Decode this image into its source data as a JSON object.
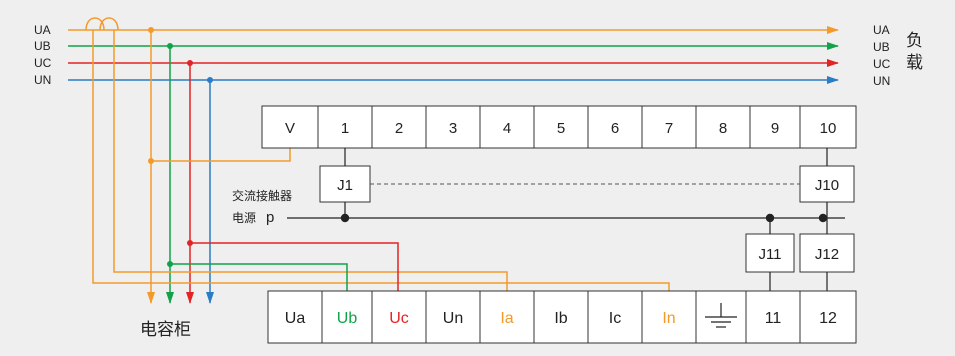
{
  "colors": {
    "UA": "#f39a2b",
    "UB": "#12a24a",
    "UC": "#e42324",
    "UN": "#2a7cc4",
    "wire": "#222222",
    "box_border": "#333333",
    "background": "#efefef"
  },
  "lines_left": [
    "UA",
    "UB",
    "UC",
    "UN"
  ],
  "lines_right": [
    "UA",
    "UB",
    "UC",
    "UN"
  ],
  "load_label": "负载",
  "capacitor_label": "电容柜",
  "contactor_label_line1": "交流接触器",
  "contactor_label_line2": "电源",
  "power_symbol": "p",
  "top_terminals": [
    "V",
    "1",
    "2",
    "3",
    "4",
    "5",
    "6",
    "7",
    "8",
    "9",
    "10"
  ],
  "relays": [
    "J1",
    "J10",
    "J11",
    "J12"
  ],
  "bottom_terminals": [
    {
      "label": "Ua",
      "color": "#222222"
    },
    {
      "label": "Ub",
      "color": "#12a24a"
    },
    {
      "label": "Uc",
      "color": "#e42324"
    },
    {
      "label": "Un",
      "color": "#222222"
    },
    {
      "label": "Ia",
      "color": "#f39a2b"
    },
    {
      "label": "Ib",
      "color": "#222222"
    },
    {
      "label": "Ic",
      "color": "#222222"
    },
    {
      "label": "In",
      "color": "#f39a2b"
    },
    {
      "label": "",
      "icon": "ground-icon"
    },
    {
      "label": "11",
      "color": "#222222"
    },
    {
      "label": "12",
      "color": "#222222"
    }
  ],
  "ground_icon": "ground-icon"
}
